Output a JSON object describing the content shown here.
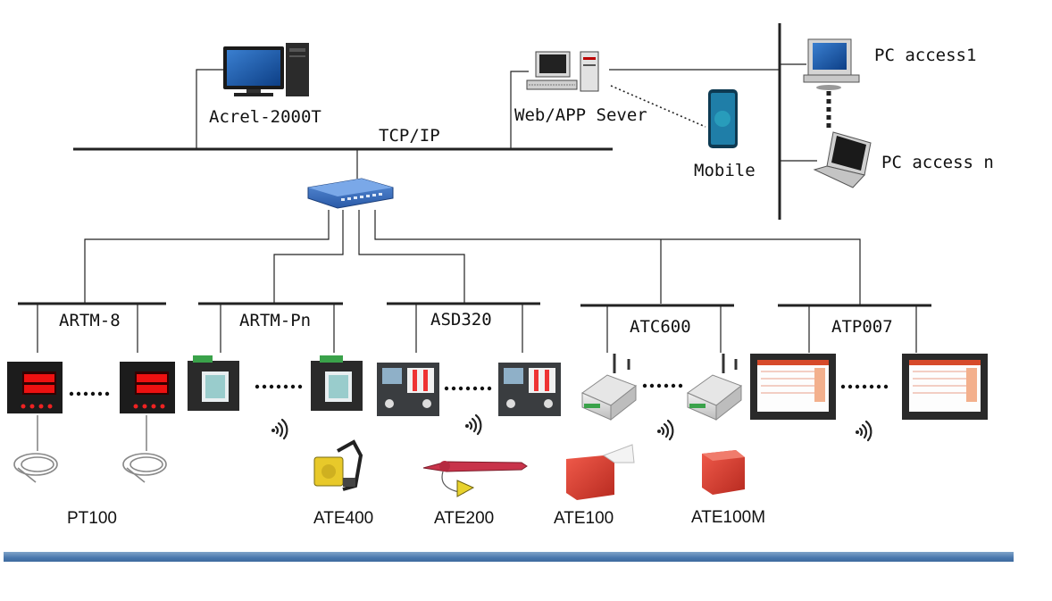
{
  "top": {
    "scada_label": "Acrel-2000T",
    "bus_label": "TCP/IP",
    "server_label": "Web/APP Sever",
    "mobile_label": "Mobile",
    "pc1_label": "PC access1",
    "pcn_label": "PC access n"
  },
  "groups": [
    {
      "label": "ARTM-8"
    },
    {
      "label": "ARTM-Pn"
    },
    {
      "label": "ASD320"
    },
    {
      "label": "ATC600"
    },
    {
      "label": "ATP007"
    }
  ],
  "sensors": {
    "pt100": "PT100",
    "ate400": "ATE400",
    "ate200": "ATE200",
    "ate100": "ATE100",
    "ate100m": "ATE100M"
  },
  "colors": {
    "line": "#222222",
    "accent_bar": "#4a78ad",
    "sensor_red": "#d83a2e",
    "screen_blue": "#1e4f8f"
  }
}
